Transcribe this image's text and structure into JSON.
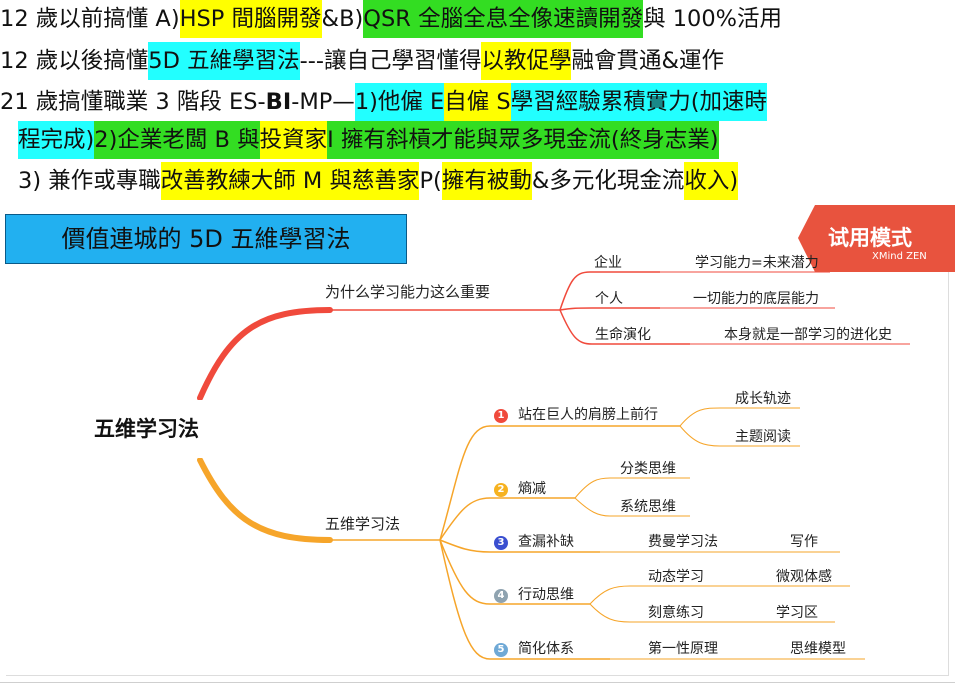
{
  "header_lines": {
    "l1": [
      "12 歲以前搞懂 A)",
      "HSP 間腦開發",
      "&B)",
      "QSR 全腦全息全像速讀開發",
      "與 100%活用"
    ],
    "l2": [
      "12 歲以後搞懂 ",
      "5D 五維學習法",
      "---讓自己學習懂得",
      "以教促學",
      "融會貫通&運作"
    ],
    "l3": [
      "21 歲搞懂職業 3 階段 ES-",
      "BI",
      "-MP—",
      "1)他僱 E ",
      "自僱 S ",
      "學習經驗累積實力(加速時"
    ],
    "l4": [
      "程完成) ",
      "2)企業老闆 B 與",
      "投資家",
      " I 擁有斜槓才能與眾多現金流(終身志業)"
    ],
    "l5": [
      "3) 兼作或專職",
      "改善教練大師 M 與慈善家",
      " P(",
      "擁有被動",
      "&多元化現金流",
      "收入)"
    ]
  },
  "title_box": "價值連城的 5D 五維學習法",
  "watermark": {
    "title": "试用模式",
    "sub": "XMind ZEN"
  },
  "mindmap": {
    "root": "五维学习法",
    "branch1": {
      "label": "为什么学习能力这么重要",
      "children": [
        {
          "label": "企业",
          "detail": "学习能力=未来潜力"
        },
        {
          "label": "个人",
          "detail": "一切能力的底层能力"
        },
        {
          "label": "生命演化",
          "detail": "本身就是一部学习的进化史"
        }
      ]
    },
    "branch2": {
      "label": "五维学习法",
      "children": [
        {
          "num": "1",
          "label": "站在巨人的肩膀上前行",
          "subs": [
            "成长轨迹",
            "主题阅读"
          ]
        },
        {
          "num": "2",
          "label": "熵减",
          "subs": [
            "分类思维",
            "系统思维"
          ]
        },
        {
          "num": "3",
          "label": "查漏补缺",
          "subs": [
            "费曼学习法",
            "写作"
          ]
        },
        {
          "num": "4",
          "label": "行动思维",
          "subs": [
            "动态学习",
            "微观体感",
            "刻意练习",
            "学习区"
          ]
        },
        {
          "num": "5",
          "label": "简化体系",
          "subs": [
            "第一性原理",
            "思维模型"
          ]
        }
      ]
    }
  },
  "colors": {
    "highlight_yellow": "#ffff00",
    "highlight_green": "#33dd22",
    "highlight_cyan": "#22ffff",
    "branch_red": "#f04a3c",
    "branch_orange": "#f6a52a",
    "ribbon": "#e8533e"
  }
}
